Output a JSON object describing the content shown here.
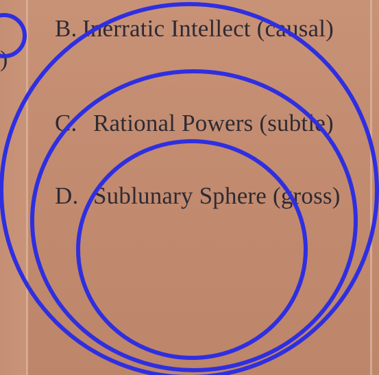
{
  "diagram": {
    "items": [
      {
        "letter": "B.",
        "text": "Inerratic Intellect (causal)"
      },
      {
        "letter": "C.",
        "text": "Rational Powers (subtle)"
      },
      {
        "letter": "D.",
        "text": "Sublunary Sphere (gross)"
      }
    ],
    "edge_fragment": ")"
  },
  "colors": {
    "paper": "#c38c70",
    "ink": "#2e2a33",
    "circle_stroke": "#2f2fe0",
    "column_rule": "#d9b09a"
  }
}
